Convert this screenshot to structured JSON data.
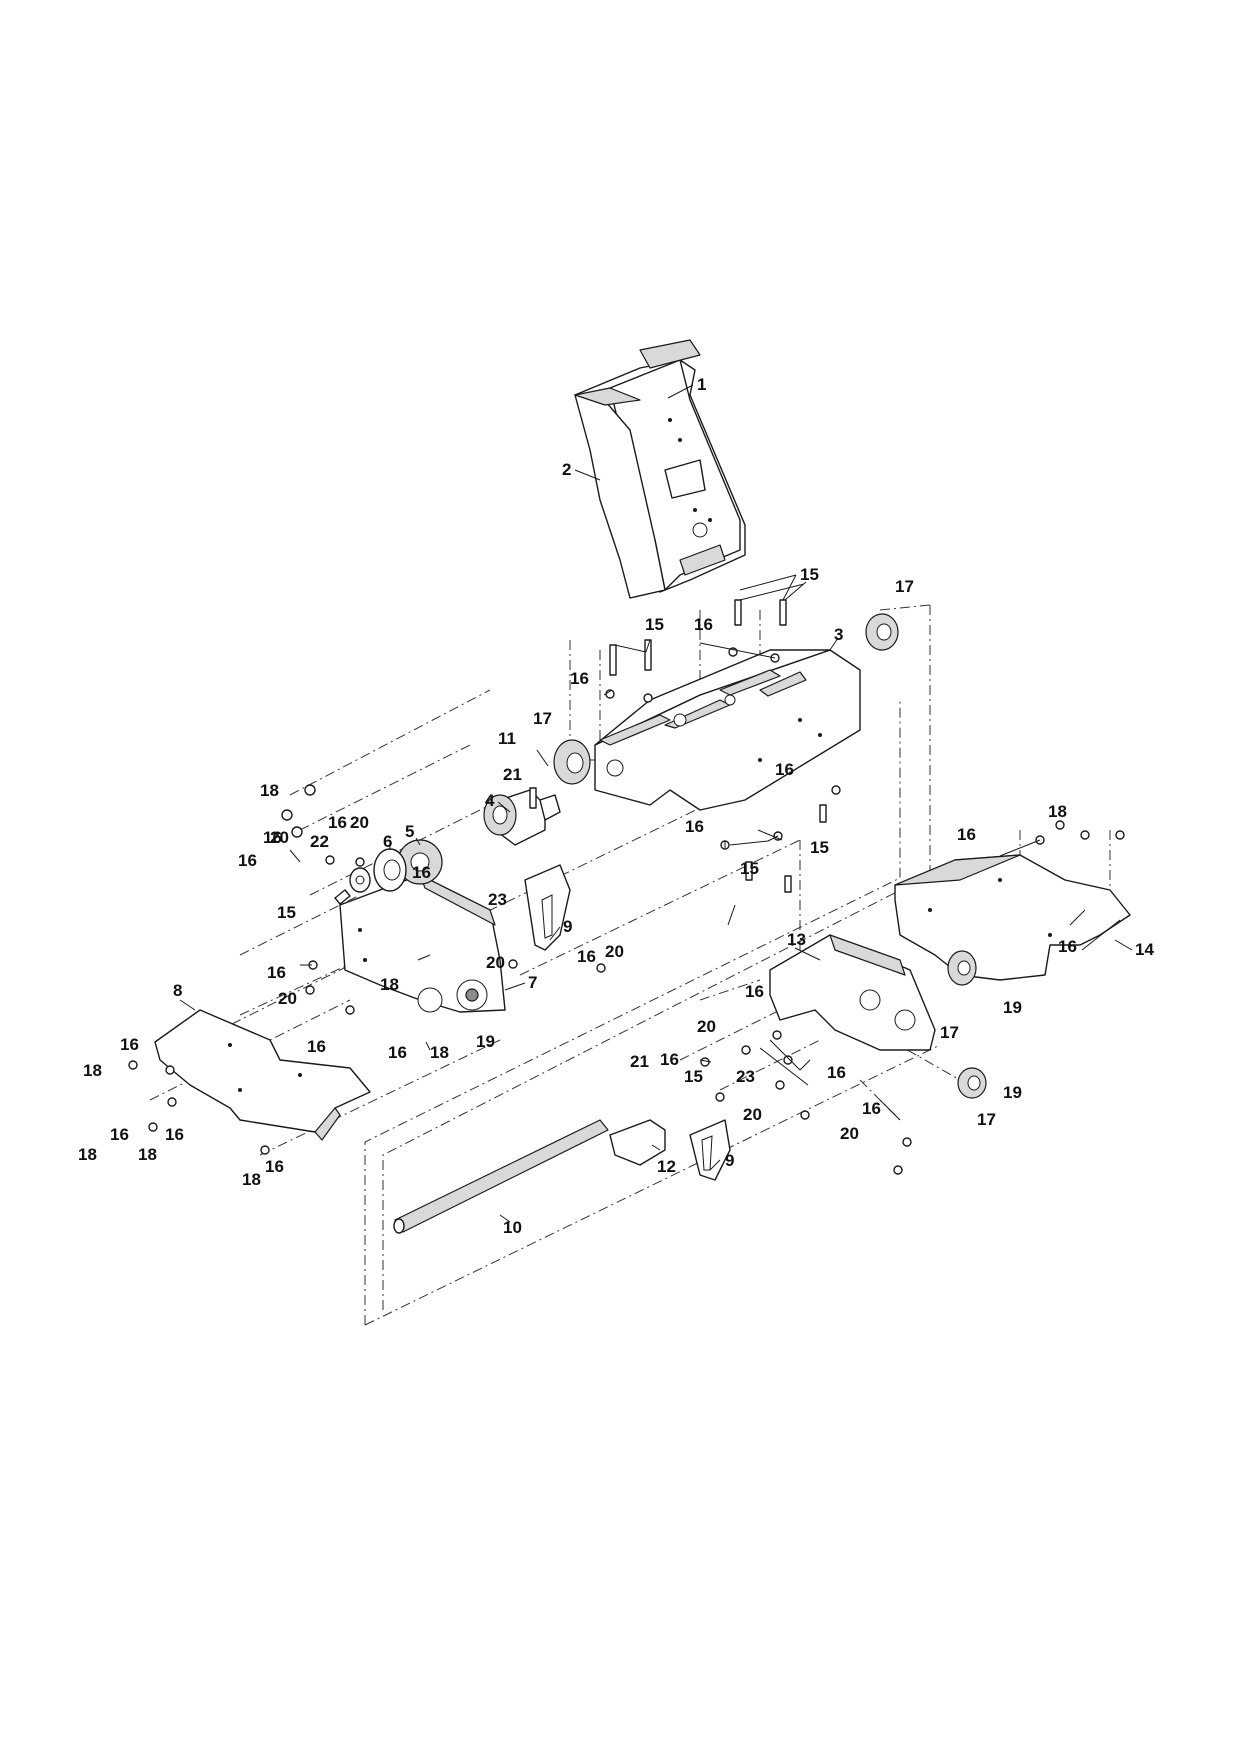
{
  "callouts": [
    {
      "id": "c1",
      "label": "1"
    },
    {
      "id": "c2",
      "label": "2"
    },
    {
      "id": "c3",
      "label": "3"
    },
    {
      "id": "c4",
      "label": "4"
    },
    {
      "id": "c5",
      "label": "5"
    },
    {
      "id": "c6",
      "label": "6"
    },
    {
      "id": "c7",
      "label": "7"
    },
    {
      "id": "c8",
      "label": "8"
    },
    {
      "id": "c9a",
      "label": "9"
    },
    {
      "id": "c9b",
      "label": "9"
    },
    {
      "id": "c10",
      "label": "10"
    },
    {
      "id": "c11",
      "label": "11"
    },
    {
      "id": "c12",
      "label": "12"
    },
    {
      "id": "c13",
      "label": "13"
    },
    {
      "id": "c14",
      "label": "14"
    },
    {
      "id": "c15a",
      "label": "15"
    },
    {
      "id": "c15b",
      "label": "15"
    },
    {
      "id": "c15c",
      "label": "15"
    },
    {
      "id": "c15d",
      "label": "15"
    },
    {
      "id": "c15e",
      "label": "15"
    },
    {
      "id": "c15f",
      "label": "15"
    },
    {
      "id": "c16a",
      "label": "16"
    },
    {
      "id": "c16b",
      "label": "16"
    },
    {
      "id": "c16c",
      "label": "16"
    },
    {
      "id": "c16d",
      "label": "16"
    },
    {
      "id": "c16e",
      "label": "16"
    },
    {
      "id": "c16f",
      "label": "16"
    },
    {
      "id": "c16g",
      "label": "16"
    },
    {
      "id": "c16h",
      "label": "16"
    },
    {
      "id": "c16i",
      "label": "16"
    },
    {
      "id": "c16j",
      "label": "16"
    },
    {
      "id": "c16k",
      "label": "16"
    },
    {
      "id": "c16l",
      "label": "16"
    },
    {
      "id": "c16m",
      "label": "16"
    },
    {
      "id": "c16n",
      "label": "16"
    },
    {
      "id": "c16o",
      "label": "16"
    },
    {
      "id": "c16p",
      "label": "16"
    },
    {
      "id": "c16q",
      "label": "16"
    },
    {
      "id": "c16r",
      "label": "16"
    },
    {
      "id": "c16s",
      "label": "16"
    },
    {
      "id": "c16t",
      "label": "16"
    },
    {
      "id": "c16u",
      "label": "16"
    },
    {
      "id": "c16v",
      "label": "16"
    },
    {
      "id": "c17a",
      "label": "17"
    },
    {
      "id": "c17b",
      "label": "17"
    },
    {
      "id": "c17c",
      "label": "17"
    },
    {
      "id": "c17d",
      "label": "17"
    },
    {
      "id": "c18a",
      "label": "18"
    },
    {
      "id": "c18b",
      "label": "18"
    },
    {
      "id": "c18c",
      "label": "18"
    },
    {
      "id": "c18d",
      "label": "18"
    },
    {
      "id": "c18e",
      "label": "18"
    },
    {
      "id": "c18f",
      "label": "18"
    },
    {
      "id": "c18g",
      "label": "18"
    },
    {
      "id": "c18h",
      "label": "18"
    },
    {
      "id": "c19a",
      "label": "19"
    },
    {
      "id": "c19b",
      "label": "19"
    },
    {
      "id": "c19c",
      "label": "19"
    },
    {
      "id": "c20a",
      "label": "20"
    },
    {
      "id": "c20b",
      "label": "20"
    },
    {
      "id": "c20c",
      "label": "20"
    },
    {
      "id": "c20d",
      "label": "20"
    },
    {
      "id": "c20e",
      "label": "20"
    },
    {
      "id": "c20f",
      "label": "20"
    },
    {
      "id": "c20g",
      "label": "20"
    },
    {
      "id": "c20h",
      "label": "20"
    },
    {
      "id": "c21a",
      "label": "21"
    },
    {
      "id": "c21b",
      "label": "21"
    },
    {
      "id": "c22",
      "label": "22"
    },
    {
      "id": "c23a",
      "label": "23"
    },
    {
      "id": "c23b",
      "label": "23"
    }
  ]
}
